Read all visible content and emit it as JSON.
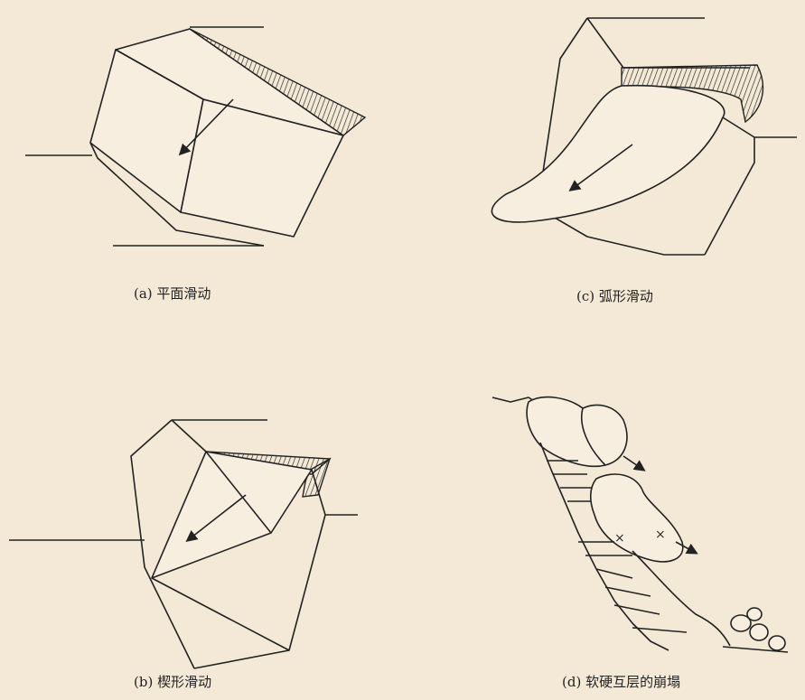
{
  "figures": [
    {
      "id": "a",
      "caption": "(a) 平面滑动"
    },
    {
      "id": "c",
      "caption": "(c) 弧形滑动"
    },
    {
      "id": "b",
      "caption": "(b) 楔形滑动"
    },
    {
      "id": "d",
      "caption": "(d) 软硬互层的崩塌"
    }
  ]
}
